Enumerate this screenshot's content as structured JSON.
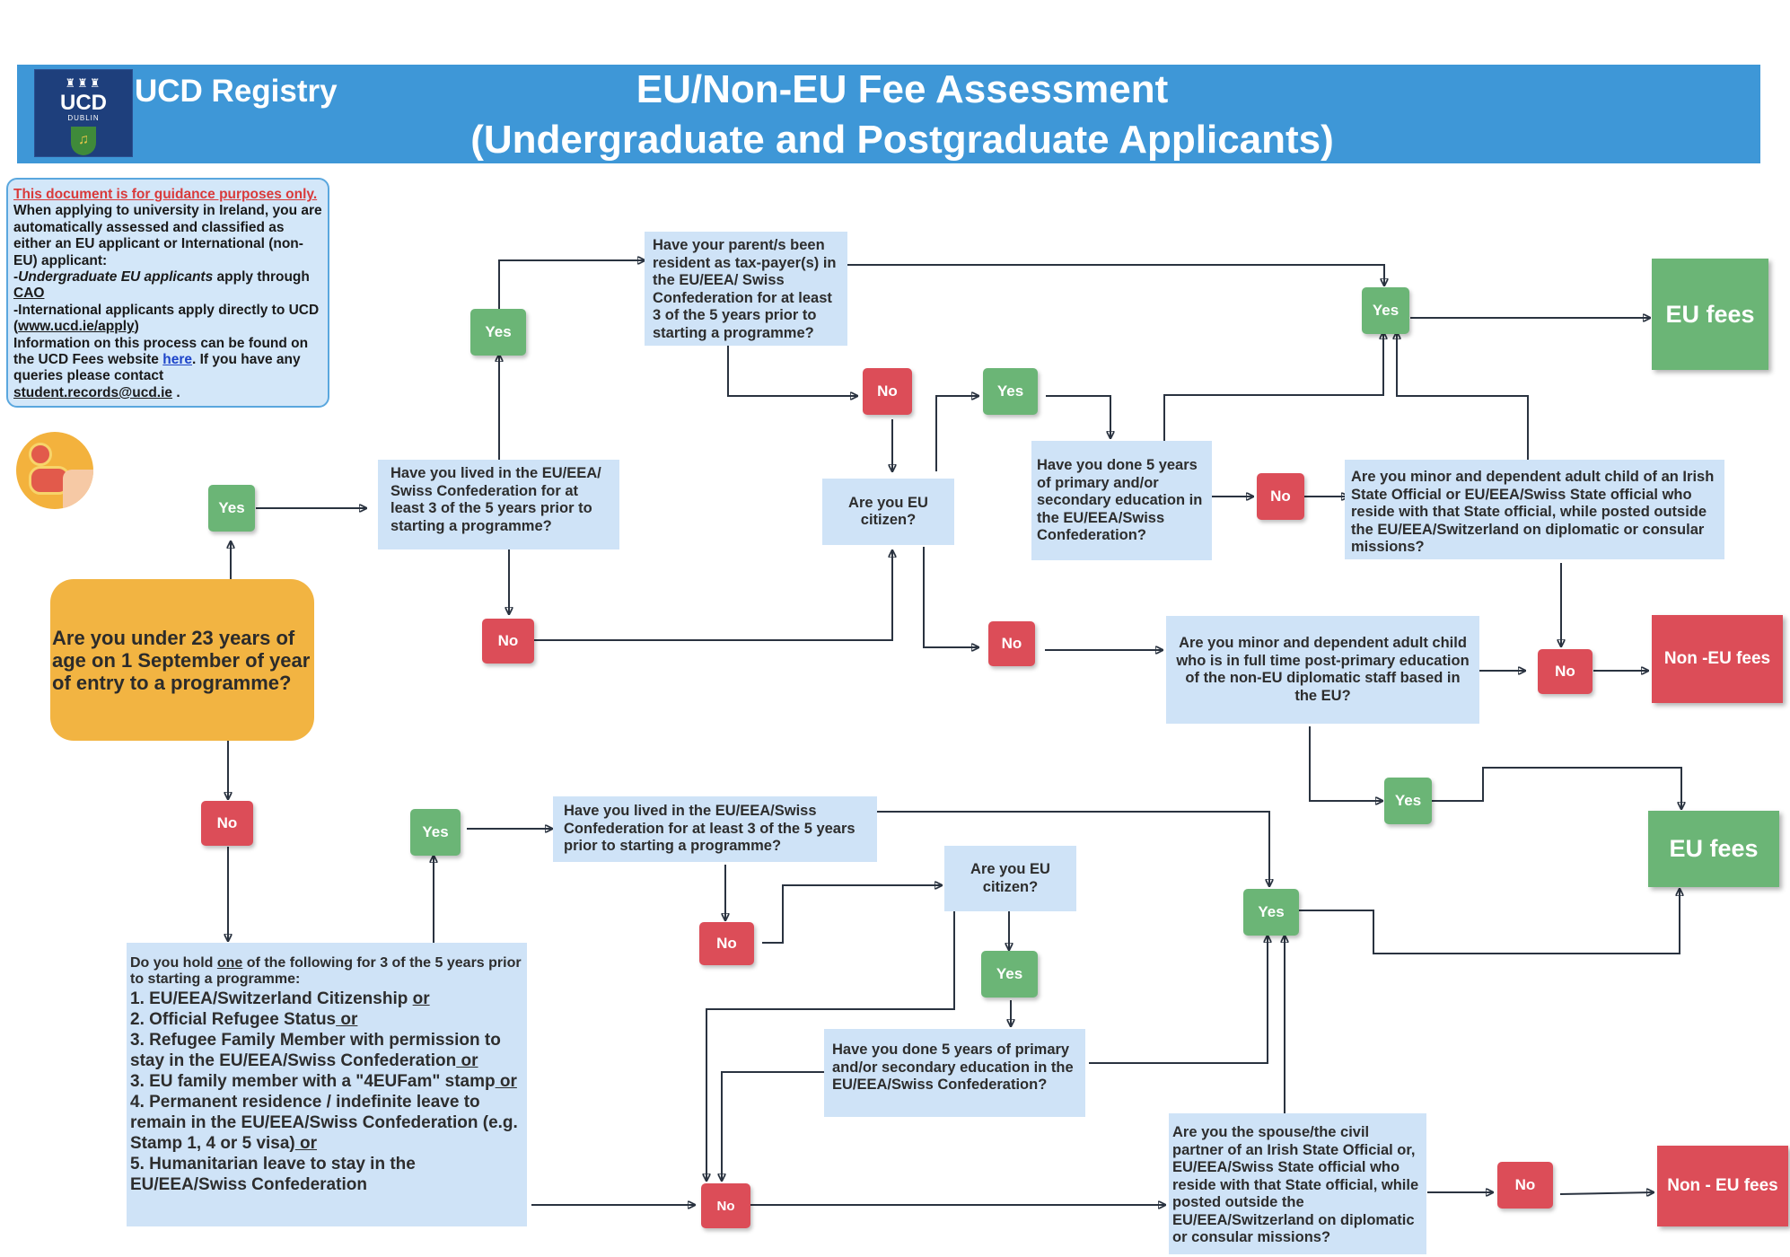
{
  "header": {
    "registry": "UCD Registry",
    "title_line1": "EU/Non-EU Fee Assessment",
    "title_line2": "(Undergraduate and Postgraduate Applicants)",
    "logo_text": "UCD",
    "logo_subtext": "DUBLIN"
  },
  "note": {
    "warning": "This document is for guidance purposes only.",
    "p1": "When applying to university in Ireland, you are automatically assessed and classified as either an EU applicant or International (non-EU) applicant:",
    "p2_dash": "-",
    "p2_italic": "Undergraduate EU applicants",
    "p2_rest": " apply through ",
    "p2_link": "CAO",
    "p3": "-International applicants apply directly to UCD (",
    "p3_link": "www.ucd.ie/apply",
    "p3_end": ")",
    "p4": "Information on this process can be found on the UCD Fees website ",
    "p4_link": "here",
    "p4_rest": ". If you have any queries please contact ",
    "p4_email": "student.records@ucd.ie",
    "p4_end": " ."
  },
  "questions": {
    "age": "Are you under 23 years of age on 1 September of year of entry to a programme?",
    "lived_under23": "Have you lived in the EU/EEA/ Swiss Confederation for at least 3 of the 5 years prior to starting a programme?",
    "parents": "Have your parent/s been resident as tax-payer(s) in the EU/EEA/ Swiss Confederation for at least 3 of the 5 years prior to starting a programme?",
    "eu_citizen_top": "Are you EU citizen?",
    "education_top": "Have you done 5 years of primary and/or secondary education in the EU/EEA/Swiss Confederation?",
    "minor_state_official": "Are you minor and dependent adult child of an Irish State Official or EU/EEA/Swiss State official who reside with that State official, while posted outside the EU/EEA/Switzerland on diplomatic or consular missions?",
    "minor_non_eu_diplomatic": "Are you minor and dependent adult child who is in full time post-primary education of the non-EU diplomatic staff based in the EU?",
    "lived_over23": "Have you lived in the EU/EEA/Swiss Confederation for at least 3 of the 5 years prior to starting a programme?",
    "eu_citizen_bottom": "Are you EU citizen?",
    "education_bottom": "Have you done 5 years of primary and/or secondary education in the EU/EEA/Swiss Confederation?",
    "spouse": "Are you the spouse/the civil partner of an Irish State Official or, EU/EEA/Swiss State official who reside with that State official, while posted outside the EU/EEA/Switzerland on diplomatic or consular missions?"
  },
  "status_box": {
    "intro_a": "Do you hold ",
    "intro_one": "one",
    "intro_b": " of the following for 3 of the 5 years prior to starting a programme:",
    "items": [
      {
        "text": "1. EU/EEA/Switzerland Citizenship ",
        "or": " or"
      },
      {
        "text": "2. Official Refugee Status",
        "or": " or"
      },
      {
        "text": "3. Refugee Family Member with permission to stay in the EU/EEA/Swiss Confederation",
        "or": " or"
      },
      {
        "text": "3. EU family member with a \"4EUFam\" stamp",
        "or": " or"
      },
      {
        "text": "4. Permanent residence / indefinite leave to remain in the EU/EEA/Swiss Confederation (e.g. Stamp 1, 4 or 5 visa)",
        "or": " or"
      },
      {
        "text": "5. Humanitarian leave to stay in the EU/EEA/Swiss Confederation",
        "or": ""
      }
    ]
  },
  "answers": {
    "yes": "Yes",
    "no": "No"
  },
  "outcomes": {
    "eu_fees": "EU fees",
    "non_eu_fees_top": "Non -EU fees",
    "non_eu_fees_bottom": "Non - EU fees"
  },
  "colors": {
    "header": "#3e97d7",
    "question_box": "#cfe3f7",
    "start_box": "#f2b442",
    "yes": "#6bb576",
    "no": "#dc4d58"
  }
}
